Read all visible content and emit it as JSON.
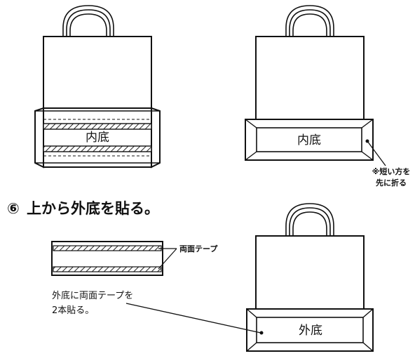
{
  "step": {
    "number": "⑥",
    "title": "上から外底を貼る。"
  },
  "labels": {
    "inner_bottom_1": "内底",
    "inner_bottom_2": "内底",
    "fold_note_line1": "※短い方を",
    "fold_note_line2": "先に折る",
    "tape_label": "両面テープ",
    "tape_note_line1": "外底に両面テープを",
    "tape_note_line2": "2本貼る。",
    "outer_bottom": "外底"
  },
  "colors": {
    "line": "#111111",
    "hatch": "#222222",
    "background": "#ffffff"
  }
}
